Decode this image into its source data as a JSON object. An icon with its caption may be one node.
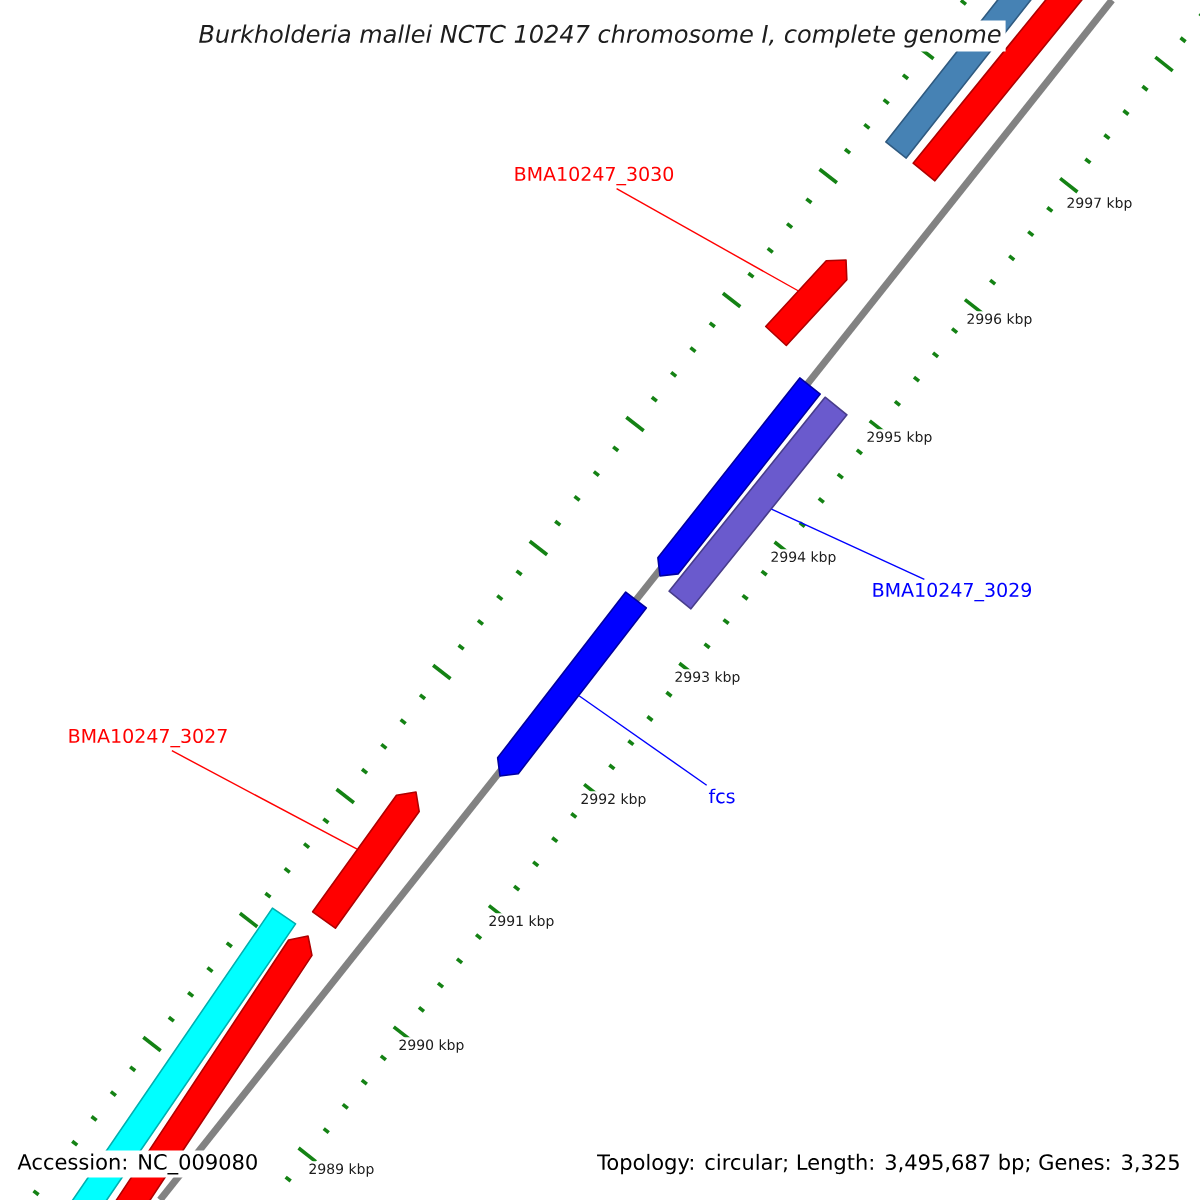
{
  "diagram": {
    "title": "Burkholderia mallei NCTC 10247 chromosome I, complete genome",
    "nodes": [
      {
        "text": [],
        "shape": "bar"
      },
      {
        "text": [],
        "shape": "bar"
      },
      {
        "text": [],
        "shape": "pentagon"
      },
      {
        "text": [],
        "shape": "pentagon"
      },
      {
        "text": [],
        "shape": "bar"
      },
      {
        "text": [],
        "shape": "pentagon"
      },
      {
        "text": [],
        "shape": "pentagon"
      },
      {
        "text": [],
        "shape": "pentagon"
      },
      {
        "text": [],
        "shape": "bar"
      },
      {
        "text": [
          "BMA10247_3030"
        ]
      },
      {
        "text": [
          "BMA10247_3029"
        ]
      },
      {
        "text": [
          "fcs"
        ]
      },
      {
        "text": [
          "BMA10247_3027"
        ]
      }
    ],
    "edges": [
      {
        "from": 9,
        "to": 2,
        "arrow": "none",
        "color": "#ff0000"
      },
      {
        "from": 10,
        "to": 4,
        "arrow": "none",
        "color": "#0000ff"
      },
      {
        "from": 11,
        "to": 5,
        "arrow": "none",
        "color": "#0000ff"
      },
      {
        "from": 12,
        "to": 6,
        "arrow": "none",
        "color": "#ff0000"
      }
    ],
    "labels": [
      "2997 kbp",
      "2996 kbp",
      "2995 kbp",
      "2994 kbp",
      "2993 kbp",
      "2992 kbp",
      "2991 kbp",
      "2990 kbp",
      "2989 kbp",
      "Accession: NC_009080",
      "Topology: circular; Length: 3,495,687 bp; Genes: 3,325"
    ]
  }
}
